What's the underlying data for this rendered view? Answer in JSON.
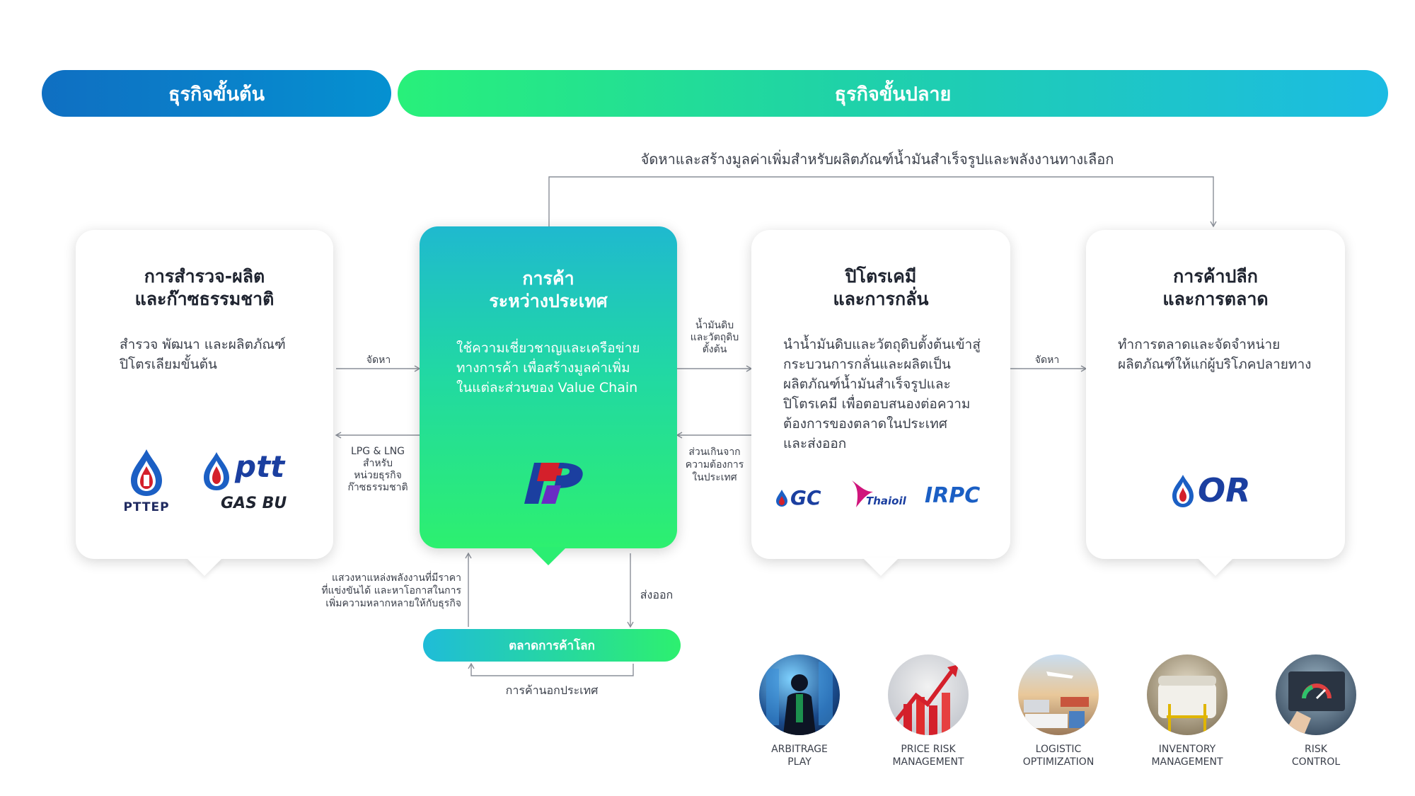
{
  "header": {
    "upstream": "ธุรกิจขั้นต้น",
    "downstream": "ธุรกิจขั้นปลาย"
  },
  "top_flow_label": "จัดหาและสร้างมูลค่าเพิ่มสำหรับผลิตภัณฑ์น้ำมันสำเร็จรูปและพลังงานทางเลือก",
  "cards": {
    "exploration": {
      "title_1": "การสำรวจ-ผลิต",
      "title_2": "และก๊าซธรรมชาติ",
      "desc_1": "สำรวจ พัฒนา และผลิตภัณฑ์",
      "desc_2": "ปิโตรเลียมขั้นต้น",
      "logo_1": "PTTEP",
      "logo_2_top": "ptt",
      "logo_2_bottom": "GAS BU"
    },
    "trading": {
      "title_1": "การค้า",
      "title_2": "ระหว่างประเทศ",
      "desc_1": "ใช้ความเชี่ยวชาญและเครือข่าย",
      "desc_2": "ทางการค้า เพื่อสร้างมูลค่าเพิ่ม",
      "desc_3": "ในแต่ละส่วนของ Value Chain"
    },
    "petrochem": {
      "title_1": "ปิโตรเคมี",
      "title_2": "และการกลั่น",
      "desc_1": "นำน้ำมันดิบและวัตถุดิบตั้งต้นเข้าสู่",
      "desc_2": "กระบวนการกลั่นและผลิตเป็น",
      "desc_3": "ผลิตภัณฑ์น้ำมันสำเร็จรูปและ",
      "desc_4": "ปิโตรเคมี เพื่อตอบสนองต่อความ",
      "desc_5": "ต้องการของตลาดในประเทศ",
      "desc_6": "และส่งออก",
      "logo_1": "GC",
      "logo_2": "Thaioil",
      "logo_3": "IRPC"
    },
    "retail": {
      "title_1": "การค้าปลีก",
      "title_2": "และการตลาด",
      "desc_1": "ทำการตลาดและจัดจำหน่าย",
      "desc_2": "ผลิตภัณฑ์ให้แก่ผู้บริโภคปลายทาง",
      "logo": "OR"
    }
  },
  "flows": {
    "procure_1": "จัดหา",
    "lpg_1": "LPG & LNG",
    "lpg_2": "สำหรับ",
    "lpg_3": "หน่วยธุรกิจ",
    "lpg_4": "ก๊าซธรรมชาติ",
    "crude_1": "น้ำมันดิบ",
    "crude_2": "และวัตถุดิบ",
    "crude_3": "ตั้งต้น",
    "surplus_1": "ส่วนเกินจาก",
    "surplus_2": "ความต้องการ",
    "surplus_3": "ในประเทศ",
    "procure_2": "จัดหา",
    "seek_1": "แสวงหาแหล่งพลังงานที่มีราคา",
    "seek_2": "ที่แข่งขันได้ และหาโอกาสในการ",
    "seek_3": "เพิ่มความหลากหลายให้กับธุรกิจ",
    "export": "ส่งออก",
    "global_market": "ตลาดการค้าโลก",
    "out_out": "การค้านอกประเทศ"
  },
  "capabilities": [
    {
      "line1": "ARBITRAGE",
      "line2": "PLAY"
    },
    {
      "line1": "PRICE RISK",
      "line2": "MANAGEMENT"
    },
    {
      "line1": "LOGISTIC",
      "line2": "OPTIMIZATION"
    },
    {
      "line1": "INVENTORY",
      "line2": "MANAGEMENT"
    },
    {
      "line1": "RISK",
      "line2": "CONTROL"
    }
  ],
  "colors": {
    "upstream_blue": "#0f6fc2",
    "downstream_green": "#28f07a",
    "downstream_cyan": "#1cbbe3",
    "ptt_red": "#d4202b",
    "ptt_blue": "#1b3fa0"
  }
}
